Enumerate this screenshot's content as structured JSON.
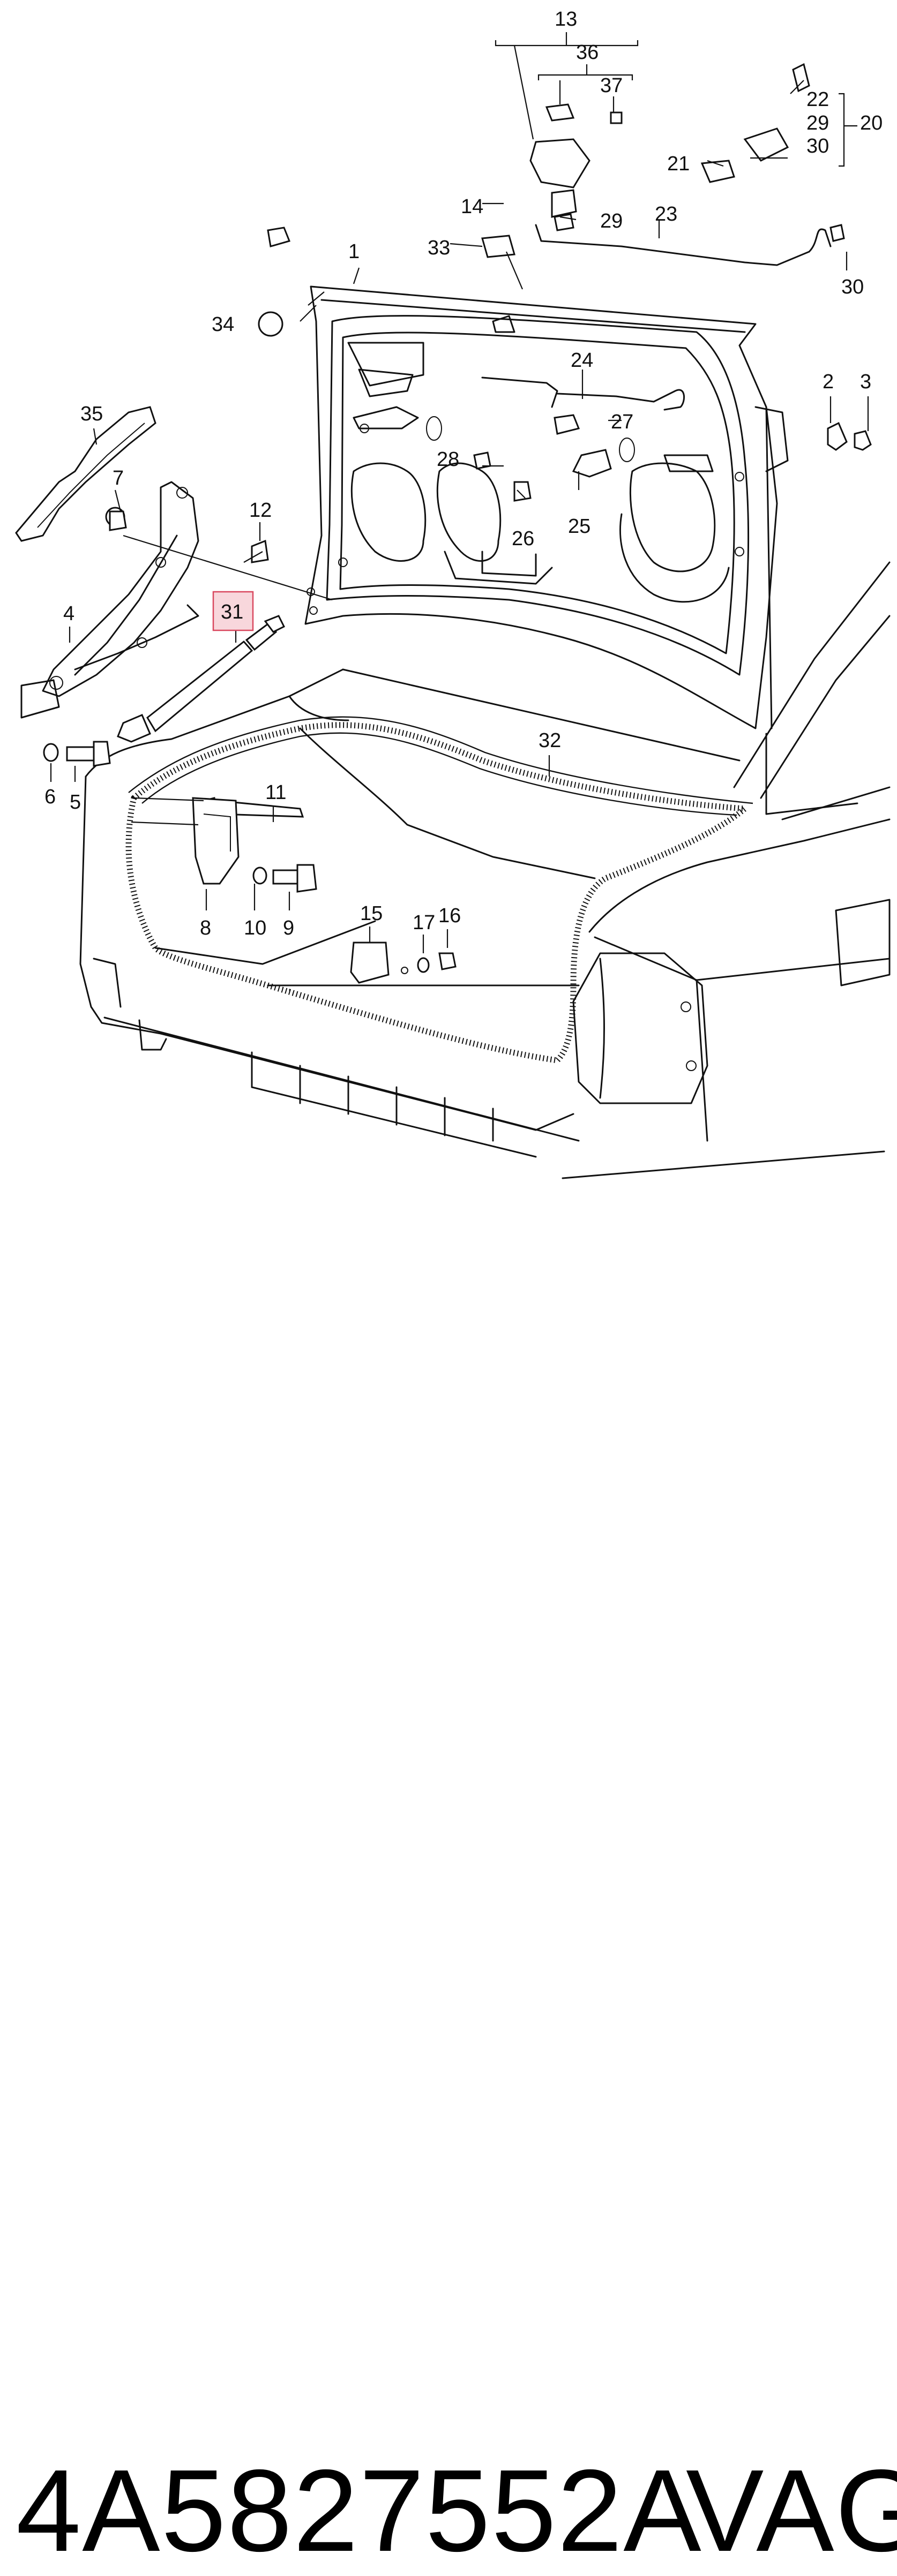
{
  "callouts": [
    {
      "id": "c13",
      "text": "13"
    },
    {
      "id": "c36",
      "text": "36"
    },
    {
      "id": "c37",
      "text": "37"
    },
    {
      "id": "c22",
      "text": "22"
    },
    {
      "id": "c29a",
      "text": "29"
    },
    {
      "id": "c30a",
      "text": "30"
    },
    {
      "id": "c20",
      "text": "20"
    },
    {
      "id": "c21",
      "text": "21"
    },
    {
      "id": "c14",
      "text": "14"
    },
    {
      "id": "c29b",
      "text": "29"
    },
    {
      "id": "c23",
      "text": "23"
    },
    {
      "id": "c33",
      "text": "33"
    },
    {
      "id": "c30b",
      "text": "30"
    },
    {
      "id": "c1",
      "text": "1"
    },
    {
      "id": "c34",
      "text": "34"
    },
    {
      "id": "c24",
      "text": "24"
    },
    {
      "id": "c2",
      "text": "2"
    },
    {
      "id": "c3",
      "text": "3"
    },
    {
      "id": "c35",
      "text": "35"
    },
    {
      "id": "c27",
      "text": "27"
    },
    {
      "id": "c28",
      "text": "28"
    },
    {
      "id": "c7",
      "text": "7"
    },
    {
      "id": "c12",
      "text": "12"
    },
    {
      "id": "c26",
      "text": "26"
    },
    {
      "id": "c25",
      "text": "25"
    },
    {
      "id": "c4",
      "text": "4"
    },
    {
      "id": "c31",
      "text": "31"
    },
    {
      "id": "c32",
      "text": "32"
    },
    {
      "id": "c6",
      "text": "6"
    },
    {
      "id": "c5",
      "text": "5"
    },
    {
      "id": "c11",
      "text": "11"
    },
    {
      "id": "c8",
      "text": "8"
    },
    {
      "id": "c10",
      "text": "10"
    },
    {
      "id": "c9",
      "text": "9"
    },
    {
      "id": "c15",
      "text": "15"
    },
    {
      "id": "c17",
      "text": "17"
    },
    {
      "id": "c16",
      "text": "16"
    }
  ],
  "highlighted_callout": "31",
  "highlight_color": "#f8d7dc",
  "caption": {
    "part_number": "4A5827552A",
    "brand": "VAG"
  }
}
